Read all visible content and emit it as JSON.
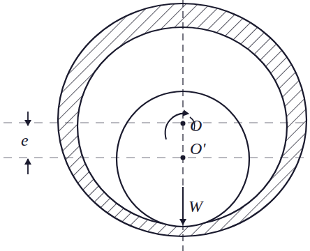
{
  "diagram": {
    "labels": [
      "e",
      "O",
      "O'",
      "W"
    ]
  }
}
